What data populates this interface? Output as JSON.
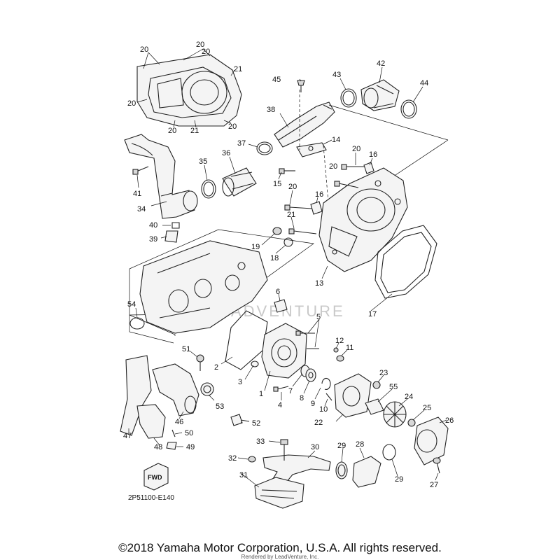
{
  "diagram_code": "2P51100-E140",
  "copyright": "©2018 Yamaha Motor Corporation, U.S.A. All rights reserved.",
  "rendered_by": "Rendered by LeadVenture, Inc.",
  "watermark": "ADVENTURE",
  "fwd_label": "FWD",
  "callouts": [
    {
      "id": "c20a",
      "label": "20"
    },
    {
      "id": "c20b",
      "label": "20"
    },
    {
      "id": "c20c",
      "label": "20"
    },
    {
      "id": "c21a",
      "label": "21"
    },
    {
      "id": "c20d",
      "label": "20"
    },
    {
      "id": "c20e",
      "label": "20"
    },
    {
      "id": "c21b",
      "label": "21"
    },
    {
      "id": "c20f",
      "label": "20"
    },
    {
      "id": "c45",
      "label": "45"
    },
    {
      "id": "c43",
      "label": "43"
    },
    {
      "id": "c42",
      "label": "42"
    },
    {
      "id": "c44",
      "label": "44"
    },
    {
      "id": "c38",
      "label": "38"
    },
    {
      "id": "c37",
      "label": "37"
    },
    {
      "id": "c14",
      "label": "14"
    },
    {
      "id": "c36",
      "label": "36"
    },
    {
      "id": "c35",
      "label": "35"
    },
    {
      "id": "c20g",
      "label": "20"
    },
    {
      "id": "c16a",
      "label": "16"
    },
    {
      "id": "c20h",
      "label": "20"
    },
    {
      "id": "c41",
      "label": "41"
    },
    {
      "id": "c15",
      "label": "15"
    },
    {
      "id": "c20i",
      "label": "20"
    },
    {
      "id": "c16b",
      "label": "16"
    },
    {
      "id": "c34",
      "label": "34"
    },
    {
      "id": "c21c",
      "label": "21"
    },
    {
      "id": "c40",
      "label": "40"
    },
    {
      "id": "c39",
      "label": "39"
    },
    {
      "id": "c19",
      "label": "19"
    },
    {
      "id": "c18",
      "label": "18"
    },
    {
      "id": "c13",
      "label": "13"
    },
    {
      "id": "c6",
      "label": "6"
    },
    {
      "id": "c17",
      "label": "17"
    },
    {
      "id": "c54",
      "label": "54"
    },
    {
      "id": "c5",
      "label": "5"
    },
    {
      "id": "c12",
      "label": "12"
    },
    {
      "id": "c11",
      "label": "11"
    },
    {
      "id": "c51",
      "label": "51"
    },
    {
      "id": "c2",
      "label": "2"
    },
    {
      "id": "c23",
      "label": "23"
    },
    {
      "id": "c3",
      "label": "3"
    },
    {
      "id": "c1",
      "label": "1"
    },
    {
      "id": "c7",
      "label": "7"
    },
    {
      "id": "c55",
      "label": "55"
    },
    {
      "id": "c8",
      "label": "8"
    },
    {
      "id": "c9",
      "label": "9"
    },
    {
      "id": "c24",
      "label": "24"
    },
    {
      "id": "c53",
      "label": "53"
    },
    {
      "id": "c4",
      "label": "4"
    },
    {
      "id": "c10",
      "label": "10"
    },
    {
      "id": "c25",
      "label": "25"
    },
    {
      "id": "c52",
      "label": "52"
    },
    {
      "id": "c22",
      "label": "22"
    },
    {
      "id": "c26",
      "label": "26"
    },
    {
      "id": "c46",
      "label": "46"
    },
    {
      "id": "c47",
      "label": "47"
    },
    {
      "id": "c50",
      "label": "50"
    },
    {
      "id": "c48",
      "label": "48"
    },
    {
      "id": "c49",
      "label": "49"
    },
    {
      "id": "c33",
      "label": "33"
    },
    {
      "id": "c30",
      "label": "30"
    },
    {
      "id": "c29a",
      "label": "29"
    },
    {
      "id": "c28",
      "label": "28"
    },
    {
      "id": "c32",
      "label": "32"
    },
    {
      "id": "c29b",
      "label": "29"
    },
    {
      "id": "c31",
      "label": "31"
    },
    {
      "id": "c27",
      "label": "27"
    }
  ]
}
